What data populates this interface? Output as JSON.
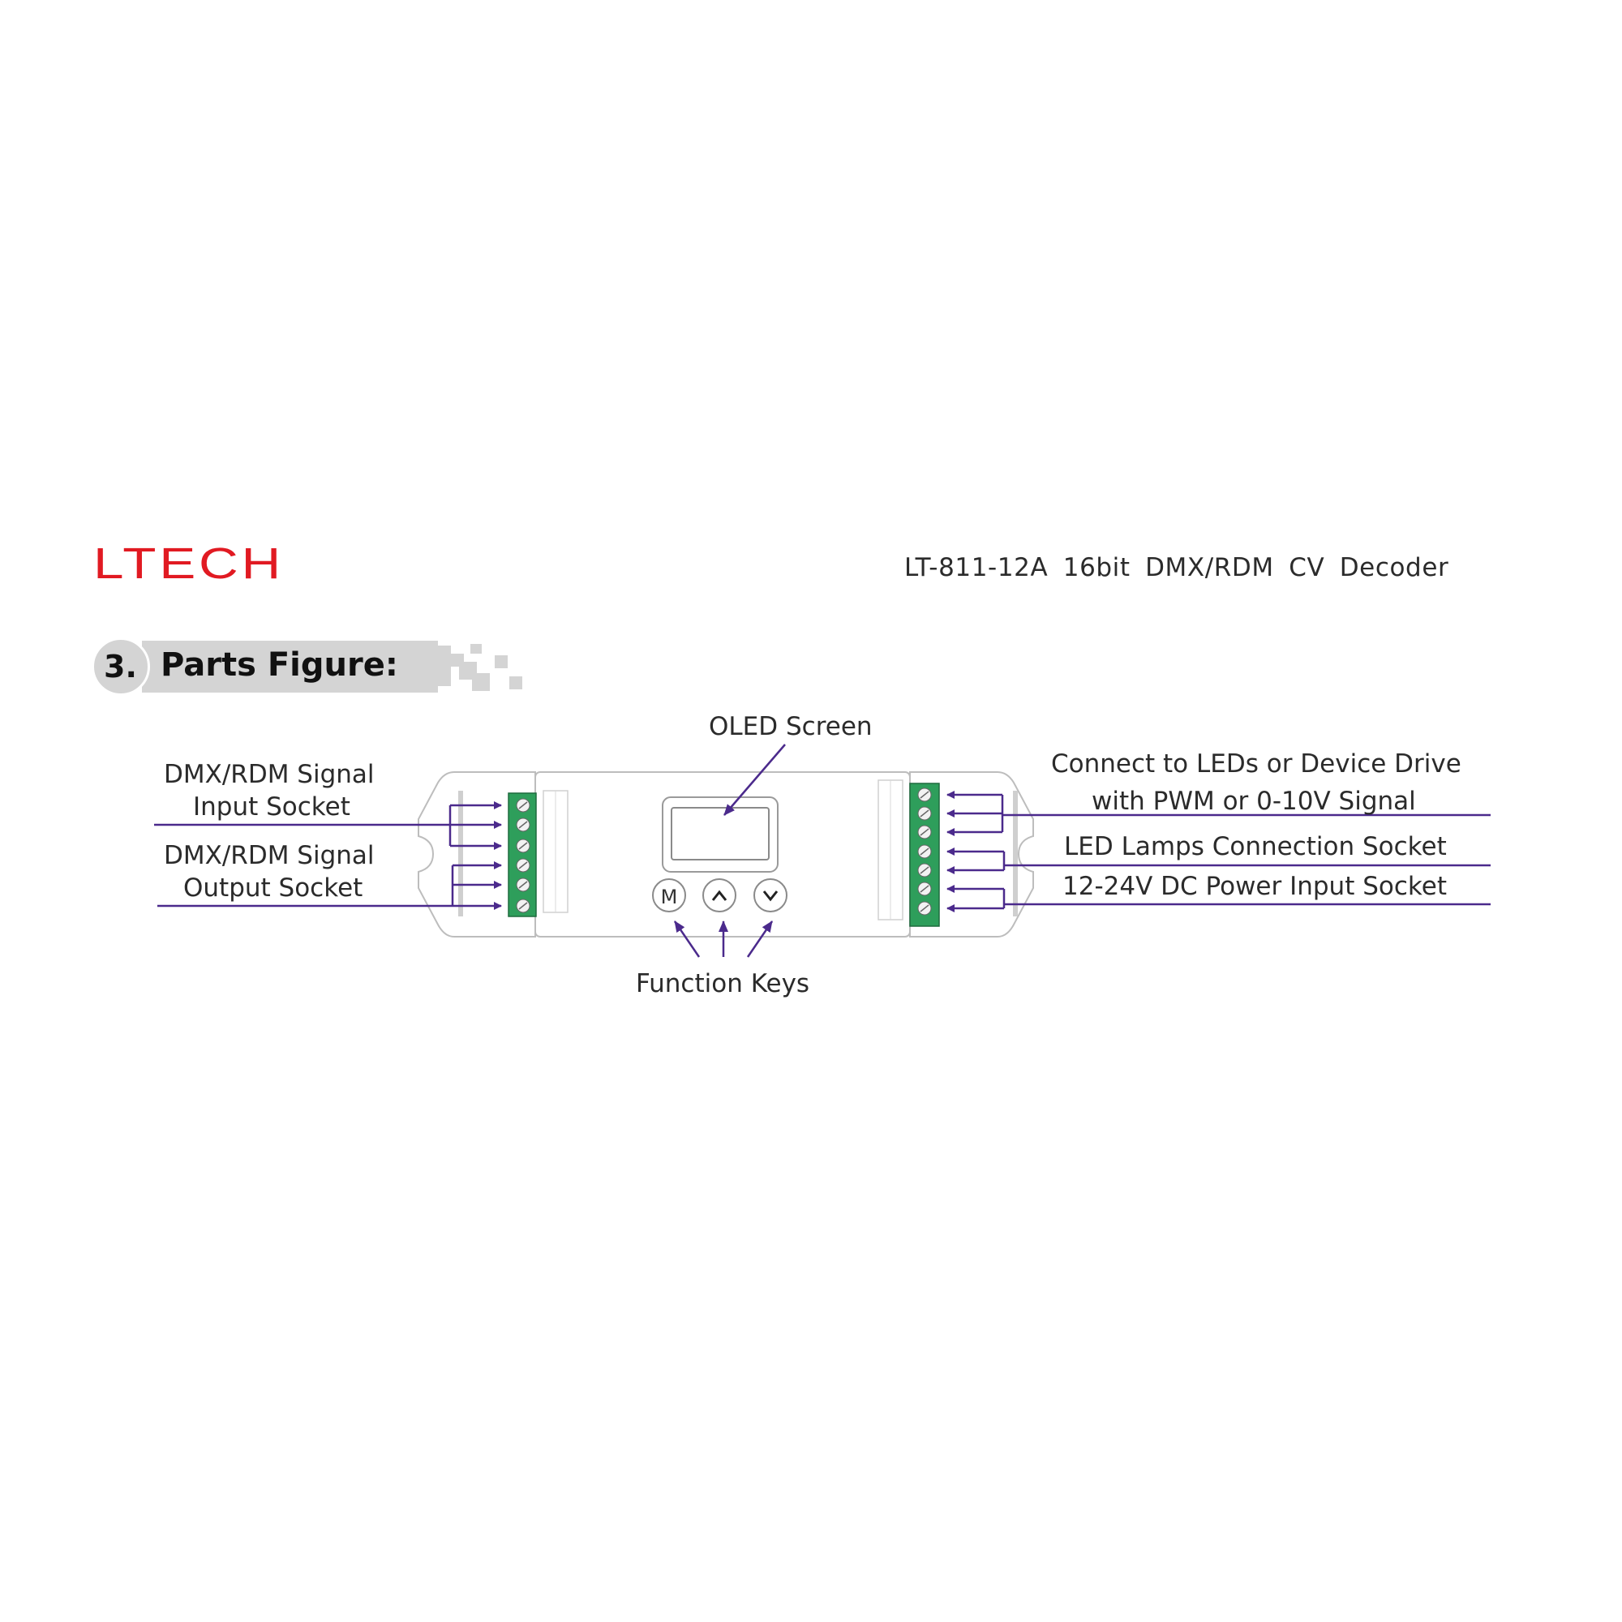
{
  "header": {
    "logo": "LTECH",
    "logo_color": "#e11a22",
    "document_title": "LT-811-12A 16bit DMX/RDM CV Decoder"
  },
  "section": {
    "number": "3.",
    "title": "Parts Figure:"
  },
  "figure": {
    "leader_color": "#4b2a8c",
    "terminal_color": "#2e9e5b",
    "labels": {
      "oled_screen": "OLED Screen",
      "function_keys": "Function Keys",
      "dmx_input_line1": "DMX/RDM Signal",
      "dmx_input_line2": "Input Socket",
      "dmx_output_line1": "DMX/RDM Signal",
      "dmx_output_line2": "Output Socket",
      "connect_leds_line1": "Connect to LEDs or Device Drive",
      "connect_leds_line2": "with PWM or 0-10V Signal",
      "led_lamps_socket": "LED Lamps Connection Socket",
      "power_input_socket": "12-24V DC Power Input Socket"
    },
    "keys": [
      {
        "label": "M"
      },
      {
        "label": "^"
      },
      {
        "label": "v"
      }
    ]
  }
}
